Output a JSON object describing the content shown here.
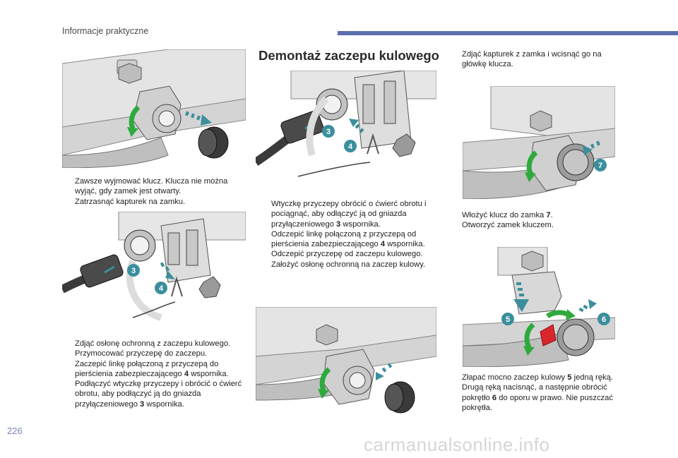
{
  "header": {
    "section": "Informacje praktyczne"
  },
  "page_number": "226",
  "watermark": "carmanualsonline.info",
  "section_title": "Demontaż zaczepu kulowego",
  "colors": {
    "accent": "#5b6fae",
    "green_arrow": "#2eaa3c",
    "callout_blue": "#3b8f9c",
    "red": "#d9262c"
  },
  "col1": {
    "block1": [
      {
        "bullet": "",
        "text": "Zawsze wyjmować klucz. Klucza nie można wyjąć, gdy zamek jest otwarty."
      },
      {
        "bullet": "",
        "text": "Zatrzasnąć kapturek na zamku."
      }
    ],
    "block2": [
      {
        "bullet": "",
        "text": "Zdjąć osłonę ochronną z zaczepu kulowego."
      },
      {
        "bullet": "",
        "text": "Przymocować przyczepę do zaczepu."
      },
      {
        "bullet": "",
        "pre": "Zaczepić linkę połączoną z przyczepą do pierścienia zabezpieczającego ",
        "num": "4",
        "post": " wspornika."
      },
      {
        "bullet": "",
        "pre": "Podłączyć wtyczkę przyczepy i obrócić o ćwierć obrotu, aby podłączyć ją do gniazda przyłączeniowego ",
        "num": "3",
        "post": " wspornika."
      }
    ],
    "callouts_img2": [
      "3",
      "4"
    ]
  },
  "col2": {
    "block1": [
      {
        "bullet": "",
        "pre": "Wtyczkę przyczepy obrócić o ćwierć obrotu i pociągnąć, aby odłączyć ją od gniazda przyłączeniowego ",
        "num": "3",
        "post": " wspornika."
      },
      {
        "bullet": "",
        "pre": "Odczepić linkę połączoną z przyczepą od pierścienia zabezpieczającego ",
        "num": "4",
        "post": " wspornika."
      },
      {
        "bullet": "",
        "text": "Odczepić przyczepę od zaczepu kulowego."
      },
      {
        "bullet": "",
        "text": "Założyć osłonę ochronną na zaczep kulowy."
      }
    ],
    "callouts_img1": [
      "3",
      "4"
    ]
  },
  "col3": {
    "block1": [
      {
        "bullet": "",
        "text": "Zdjąć kapturek z zamka i wcisnąć go na główkę klucza."
      }
    ],
    "block2": [
      {
        "bullet": "",
        "pre": "Włożyć klucz do zamka ",
        "num": "7",
        "post": "."
      },
      {
        "bullet": "",
        "text": "Otworzyć zamek kluczem."
      }
    ],
    "block3": [
      {
        "bullet": "",
        "pre": "Złapać mocno zaczep kulowy ",
        "num": "5",
        "post": " jedną ręką. Drugą ręką nacisnąć, a następnie obrócić pokrętło ",
        "num2": "6",
        "post2": " do oporu w prawo. Nie puszczać pokrętła."
      }
    ],
    "callouts_img1": [
      "7"
    ],
    "callouts_img2": [
      "5",
      "6"
    ]
  }
}
